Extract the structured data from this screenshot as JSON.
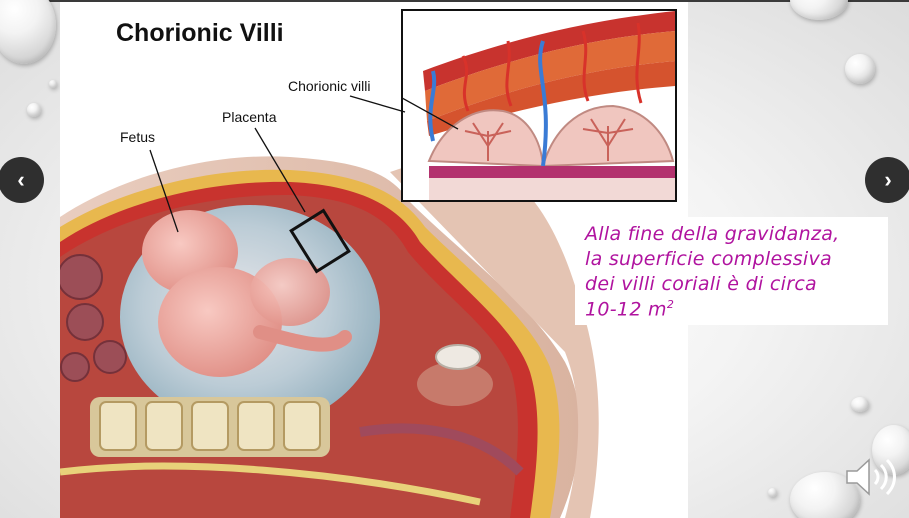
{
  "slide": {
    "title": "Chorionic Villi",
    "labels": {
      "chorionic_villi": "Chorionic villi",
      "placenta": "Placenta",
      "fetus": "Fetus"
    },
    "caption": {
      "line1": "Alla fine della gravidanza,",
      "line2": "la superficie complessiva",
      "line3": "dei villi coriali è di circa",
      "line4_value": "10-12 m",
      "line4_unit_exponent": "2"
    }
  },
  "navigation": {
    "prev_icon": "chevron-left-icon",
    "next_icon": "chevron-right-icon",
    "prev_glyph": "‹",
    "next_glyph": "›"
  },
  "audio": {
    "icon": "speaker-icon"
  },
  "colors": {
    "caption_text": "#b0139f",
    "nav_button": "#2f2f2f",
    "tissue_red": "#c8332e",
    "amniotic_blue": "#a9c9d8",
    "fetus_pink": "#f1a7a0"
  }
}
